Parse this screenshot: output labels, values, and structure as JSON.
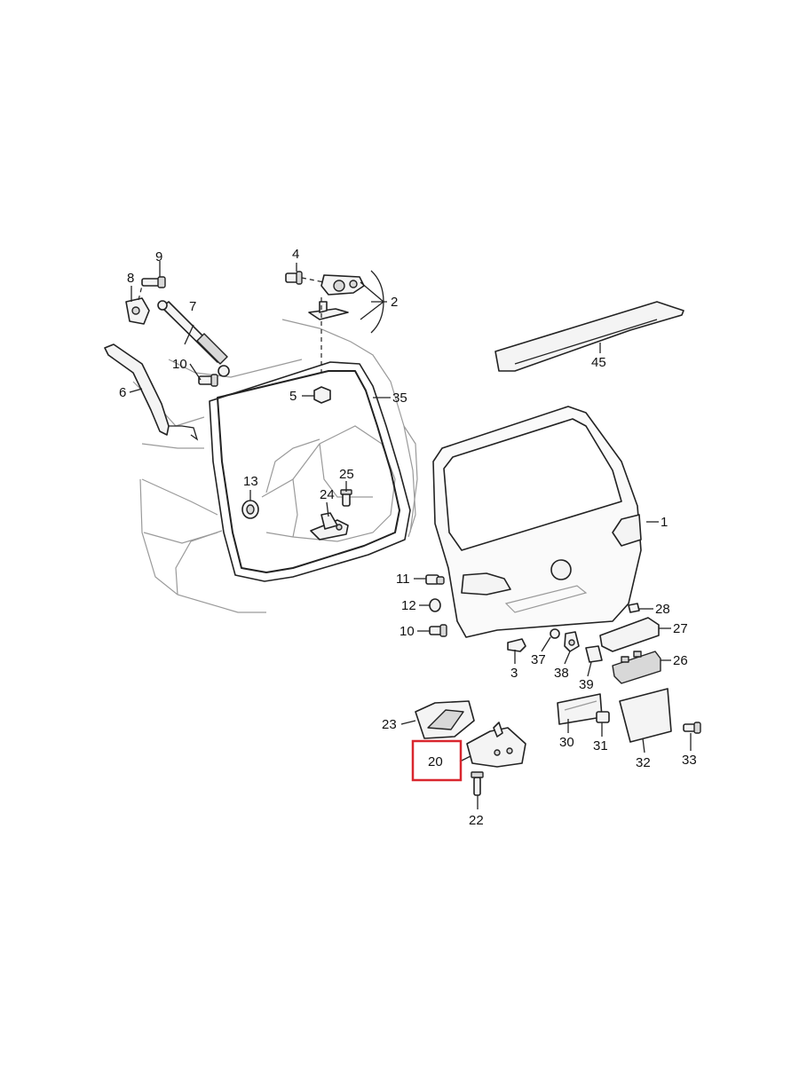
{
  "diagram": {
    "callouts": [
      {
        "id": "c1",
        "label": "1"
      },
      {
        "id": "c2",
        "label": "2"
      },
      {
        "id": "c3",
        "label": "3"
      },
      {
        "id": "c4",
        "label": "4"
      },
      {
        "id": "c5",
        "label": "5"
      },
      {
        "id": "c6",
        "label": "6"
      },
      {
        "id": "c7",
        "label": "7"
      },
      {
        "id": "c8",
        "label": "8"
      },
      {
        "id": "c9",
        "label": "9"
      },
      {
        "id": "c10a",
        "label": "10"
      },
      {
        "id": "c10b",
        "label": "10"
      },
      {
        "id": "c11",
        "label": "11"
      },
      {
        "id": "c12",
        "label": "12"
      },
      {
        "id": "c13",
        "label": "13"
      },
      {
        "id": "c20",
        "label": "20"
      },
      {
        "id": "c22",
        "label": "22"
      },
      {
        "id": "c23",
        "label": "23"
      },
      {
        "id": "c24",
        "label": "24"
      },
      {
        "id": "c25",
        "label": "25"
      },
      {
        "id": "c26",
        "label": "26"
      },
      {
        "id": "c27",
        "label": "27"
      },
      {
        "id": "c28",
        "label": "28"
      },
      {
        "id": "c30",
        "label": "30"
      },
      {
        "id": "c31",
        "label": "31"
      },
      {
        "id": "c32",
        "label": "32"
      },
      {
        "id": "c33",
        "label": "33"
      },
      {
        "id": "c35",
        "label": "35"
      },
      {
        "id": "c37",
        "label": "37"
      },
      {
        "id": "c38",
        "label": "38"
      },
      {
        "id": "c39",
        "label": "39"
      },
      {
        "id": "c45",
        "label": "45"
      }
    ],
    "highlighted_callout": "20",
    "colors": {
      "line": "#222222",
      "highlight": "#d9262e",
      "background": "#ffffff"
    }
  }
}
